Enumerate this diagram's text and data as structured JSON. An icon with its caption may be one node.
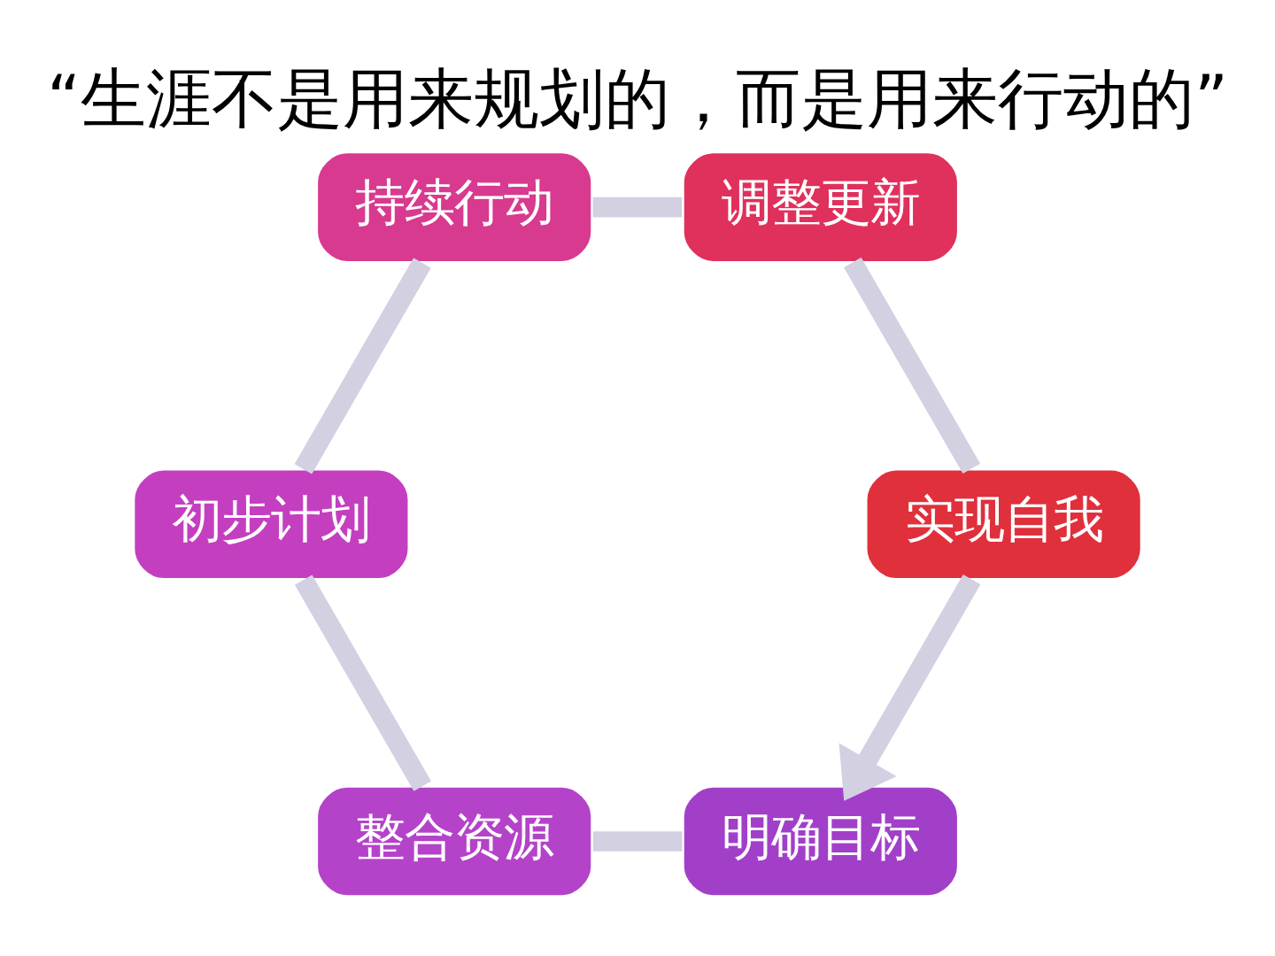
{
  "diagram": {
    "title": "“生涯不是用来规划的，而是用来行动的”",
    "nodes": [
      {
        "text": [
          "明确目标"
        ]
      },
      {
        "text": [
          "实现自我"
        ]
      },
      {
        "text": [
          "整合资源"
        ]
      },
      {
        "text": [
          "调整更新"
        ]
      },
      {
        "text": [
          "初步计划"
        ]
      },
      {
        "text": [
          "持续行动"
        ]
      }
    ],
    "edges": [
      {
        "from": 0,
        "to": 2,
        "arrow": "none"
      },
      {
        "from": 2,
        "to": 4,
        "arrow": "none"
      },
      {
        "from": 4,
        "to": 5,
        "arrow": "none"
      },
      {
        "from": 5,
        "to": 3,
        "arrow": "none"
      },
      {
        "from": 3,
        "to": 1,
        "arrow": "none"
      },
      {
        "from": 1,
        "to": 0,
        "arrow": "to"
      }
    ]
  }
}
